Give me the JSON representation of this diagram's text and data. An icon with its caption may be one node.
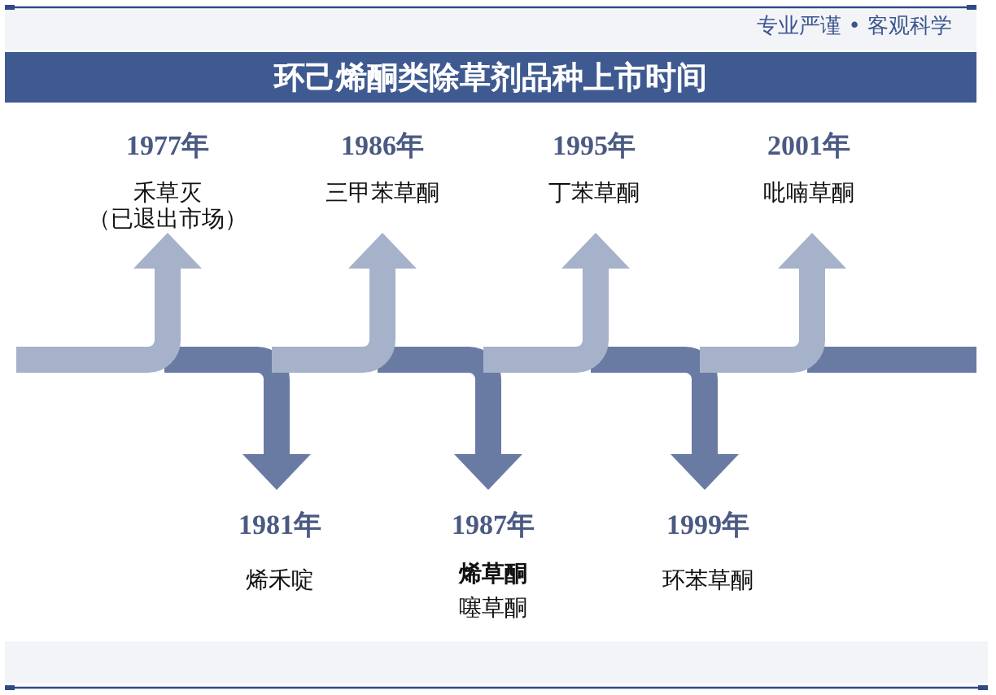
{
  "diagram": {
    "title": "环己烯酮类除草剂品种上市时间",
    "nodes": [
      {
        "text": [
          "1977年",
          "禾草灭",
          "（已退出市场）"
        ]
      },
      {
        "text": [
          "1981年",
          "烯禾啶"
        ]
      },
      {
        "text": [
          "1986年",
          "三甲苯草酮"
        ]
      },
      {
        "text": [
          "1987年",
          "烯草酮",
          "噻草酮"
        ]
      },
      {
        "text": [
          "1995年",
          "丁苯草酮"
        ]
      },
      {
        "text": [
          "1999年",
          "环苯草酮"
        ]
      },
      {
        "text": [
          "2001年",
          "吡喃草酮"
        ]
      },
      {
        "text": [],
        "shape": "bar"
      }
    ],
    "edges": [
      {
        "from": null,
        "to": 0,
        "arrow": "to"
      },
      {
        "from": null,
        "to": 1,
        "arrow": "to",
        "color": "#6a7ba3"
      },
      {
        "from": null,
        "to": 2,
        "arrow": "to"
      },
      {
        "from": null,
        "to": 3,
        "arrow": "to",
        "color": "#6a7ba3"
      },
      {
        "from": null,
        "to": 4,
        "arrow": "to"
      },
      {
        "from": null,
        "to": 5,
        "arrow": "to",
        "color": "#6a7ba3"
      },
      {
        "from": null,
        "to": 6,
        "arrow": "to"
      }
    ],
    "labels": [
      "专业严谨 • 客观科学"
    ]
  }
}
